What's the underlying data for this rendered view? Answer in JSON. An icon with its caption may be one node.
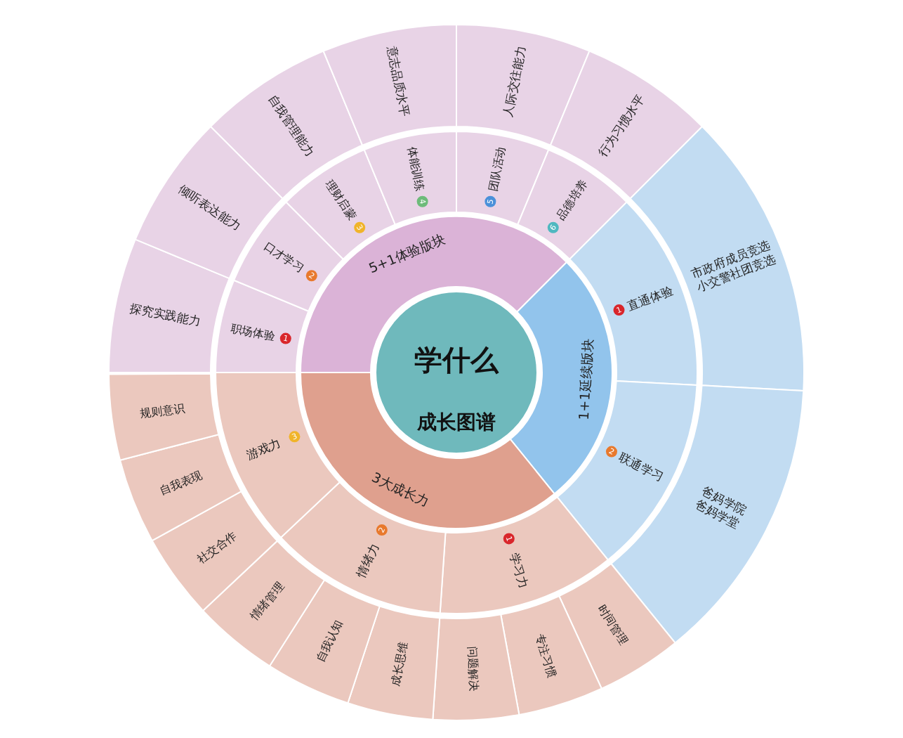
{
  "diagram": {
    "nodes": [
      {
        "text": [
          "学什么",
          "成长图谱"
        ]
      },
      {
        "text": [
          "5+1体验版块"
        ]
      },
      {
        "text": [
          "1+1延续版块"
        ]
      },
      {
        "text": [
          "3大成长力"
        ]
      },
      {
        "text": [
          "职场体验",
          "1"
        ]
      },
      {
        "text": [
          "口才学习",
          "2"
        ]
      },
      {
        "text": [
          "理财启蒙",
          "3"
        ]
      },
      {
        "text": [
          "体能训练",
          "4"
        ]
      },
      {
        "text": [
          "团队活动",
          "5"
        ]
      },
      {
        "text": [
          "品德培养",
          "6"
        ]
      },
      {
        "text": [
          "直通体验",
          "1"
        ]
      },
      {
        "text": [
          "联通学习",
          "2"
        ]
      },
      {
        "text": [
          "学习力",
          "1"
        ]
      },
      {
        "text": [
          "情绪力",
          "2"
        ]
      },
      {
        "text": [
          "游戏力",
          "3"
        ]
      },
      {
        "text": [
          "探究实践能力"
        ]
      },
      {
        "text": [
          "倾听表达能力"
        ]
      },
      {
        "text": [
          "自我管理能力"
        ]
      },
      {
        "text": [
          "意志品质水平"
        ]
      },
      {
        "text": [
          "人际交往能力"
        ]
      },
      {
        "text": [
          "行为习惯水平"
        ]
      },
      {
        "text": [
          "市政府成员竞选",
          "小交警社团竞选"
        ]
      },
      {
        "text": [
          "爸妈学院",
          "爸妈学堂"
        ]
      },
      {
        "text": [
          "时间管理"
        ]
      },
      {
        "text": [
          "专注习惯"
        ]
      },
      {
        "text": [
          "问题解决"
        ]
      },
      {
        "text": [
          "成长思维"
        ]
      },
      {
        "text": [
          "自我认知"
        ]
      },
      {
        "text": [
          "情绪管理"
        ]
      },
      {
        "text": [
          "社交合作"
        ]
      },
      {
        "text": [
          "自我表现"
        ]
      },
      {
        "text": [
          "规则意识"
        ]
      }
    ]
  }
}
